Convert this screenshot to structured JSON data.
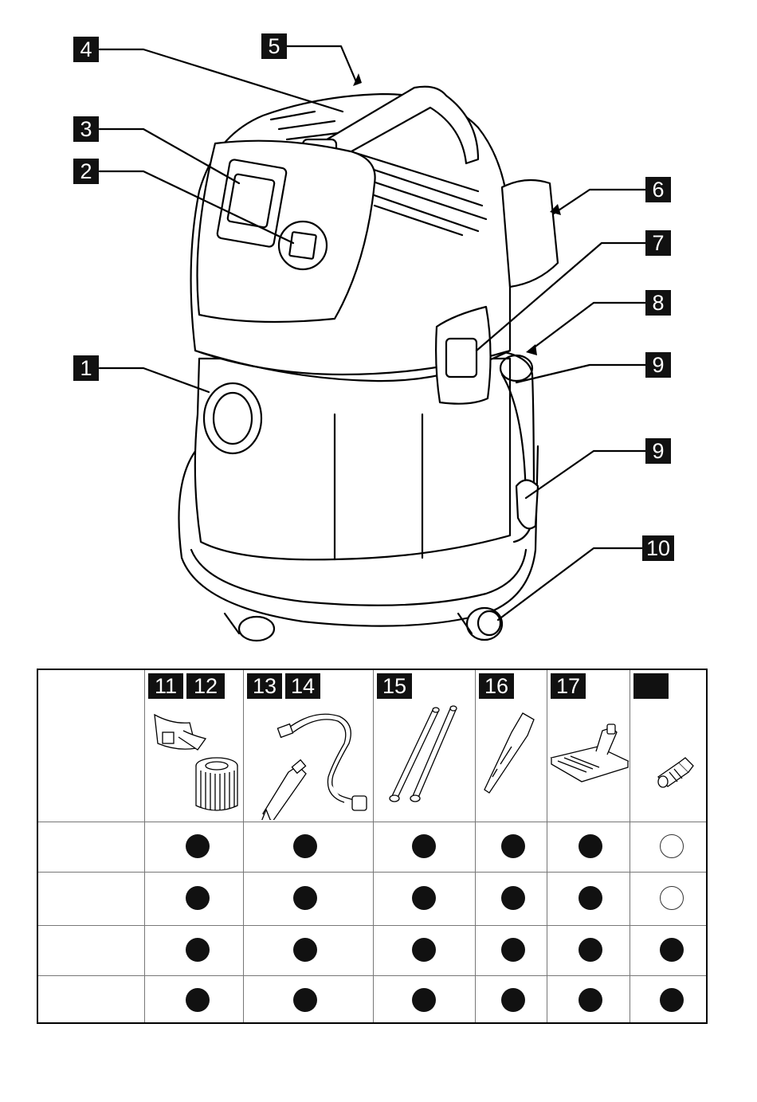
{
  "callouts": [
    "1",
    "2",
    "3",
    "4",
    "5",
    "6",
    "7",
    "8",
    "9",
    "9",
    "10"
  ],
  "table": {
    "header_numbers": [
      "11",
      "12",
      "13",
      "14",
      "15",
      "16",
      "17",
      ""
    ],
    "columns": [
      {
        "numbers": [
          "11",
          "12"
        ],
        "icon": "filter-bag-and-cartridge-filter-icon"
      },
      {
        "numbers": [
          "13",
          "14"
        ],
        "icon": "suction-hose-and-bend-icon"
      },
      {
        "numbers": [
          "15"
        ],
        "icon": "suction-tubes-icon"
      },
      {
        "numbers": [
          "16"
        ],
        "icon": "crevice-nozzle-icon"
      },
      {
        "numbers": [
          "17"
        ],
        "icon": "floor-nozzle-icon"
      },
      {
        "numbers": [
          ""
        ],
        "icon": "adapter-icon"
      }
    ],
    "rows": [
      [
        true,
        true,
        true,
        true,
        true,
        false
      ],
      [
        true,
        true,
        true,
        true,
        true,
        false
      ],
      [
        true,
        true,
        true,
        true,
        true,
        true
      ],
      [
        true,
        true,
        true,
        true,
        true,
        true
      ]
    ]
  },
  "colors": {
    "ink": "#111111",
    "rule": "#777777",
    "paper": "#ffffff"
  }
}
